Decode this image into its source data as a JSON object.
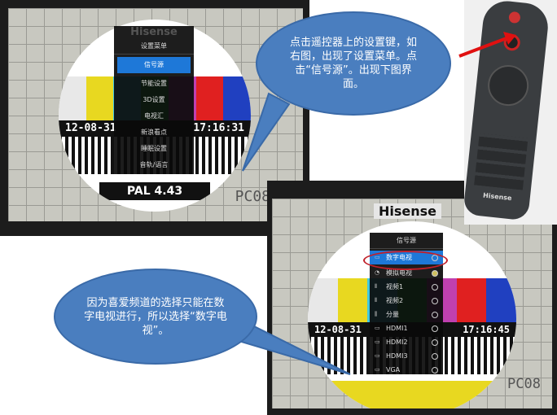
{
  "top_tv": {
    "logo": "Hisense",
    "clock": [
      "12-08-31",
      "17:16:31"
    ],
    "label": "PAL 4.43",
    "corner": "PC08",
    "menu": {
      "title": "设置菜单",
      "items": [
        "信号源",
        "节能设置",
        "3D设置",
        "电视汇",
        "新浪看点",
        "睡眠设置",
        "音轨/语言"
      ],
      "selected": 0
    }
  },
  "bottom_tv": {
    "logo": "Hisense",
    "clock": [
      "12-08-31",
      "17:16:45"
    ],
    "corner": "PC08",
    "menu": {
      "title": "信号源",
      "items": [
        {
          "icon": "tv-icon",
          "label": "数字电视"
        },
        {
          "icon": "antenna-icon",
          "label": "模拟电视"
        },
        {
          "icon": "video-icon",
          "label": "视频1"
        },
        {
          "icon": "video-icon",
          "label": "视频2"
        },
        {
          "icon": "component-icon",
          "label": "分量"
        },
        {
          "icon": "hdmi-icon",
          "label": "HDMI1"
        },
        {
          "icon": "hdmi-icon",
          "label": "HDMI2"
        },
        {
          "icon": "hdmi-icon",
          "label": "HDMI3"
        },
        {
          "icon": "vga-icon",
          "label": "VGA"
        }
      ],
      "selected": 0,
      "checked": 1
    }
  },
  "callout_top": "点击遥控器上的设置键，如右图，出现了设置菜单。点击“信号源”。出现下图界面。",
  "callout_bottom": "因为喜爱频道的选择只能在数字电视进行，所以选择“数字电视”。",
  "remote": {
    "brand": "Hisense"
  },
  "colors": {
    "bubble": "#4a7ebf",
    "menu_highlight": "#1e78d8",
    "arrow": "#e01010",
    "circle_highlight": "#c0202a"
  }
}
